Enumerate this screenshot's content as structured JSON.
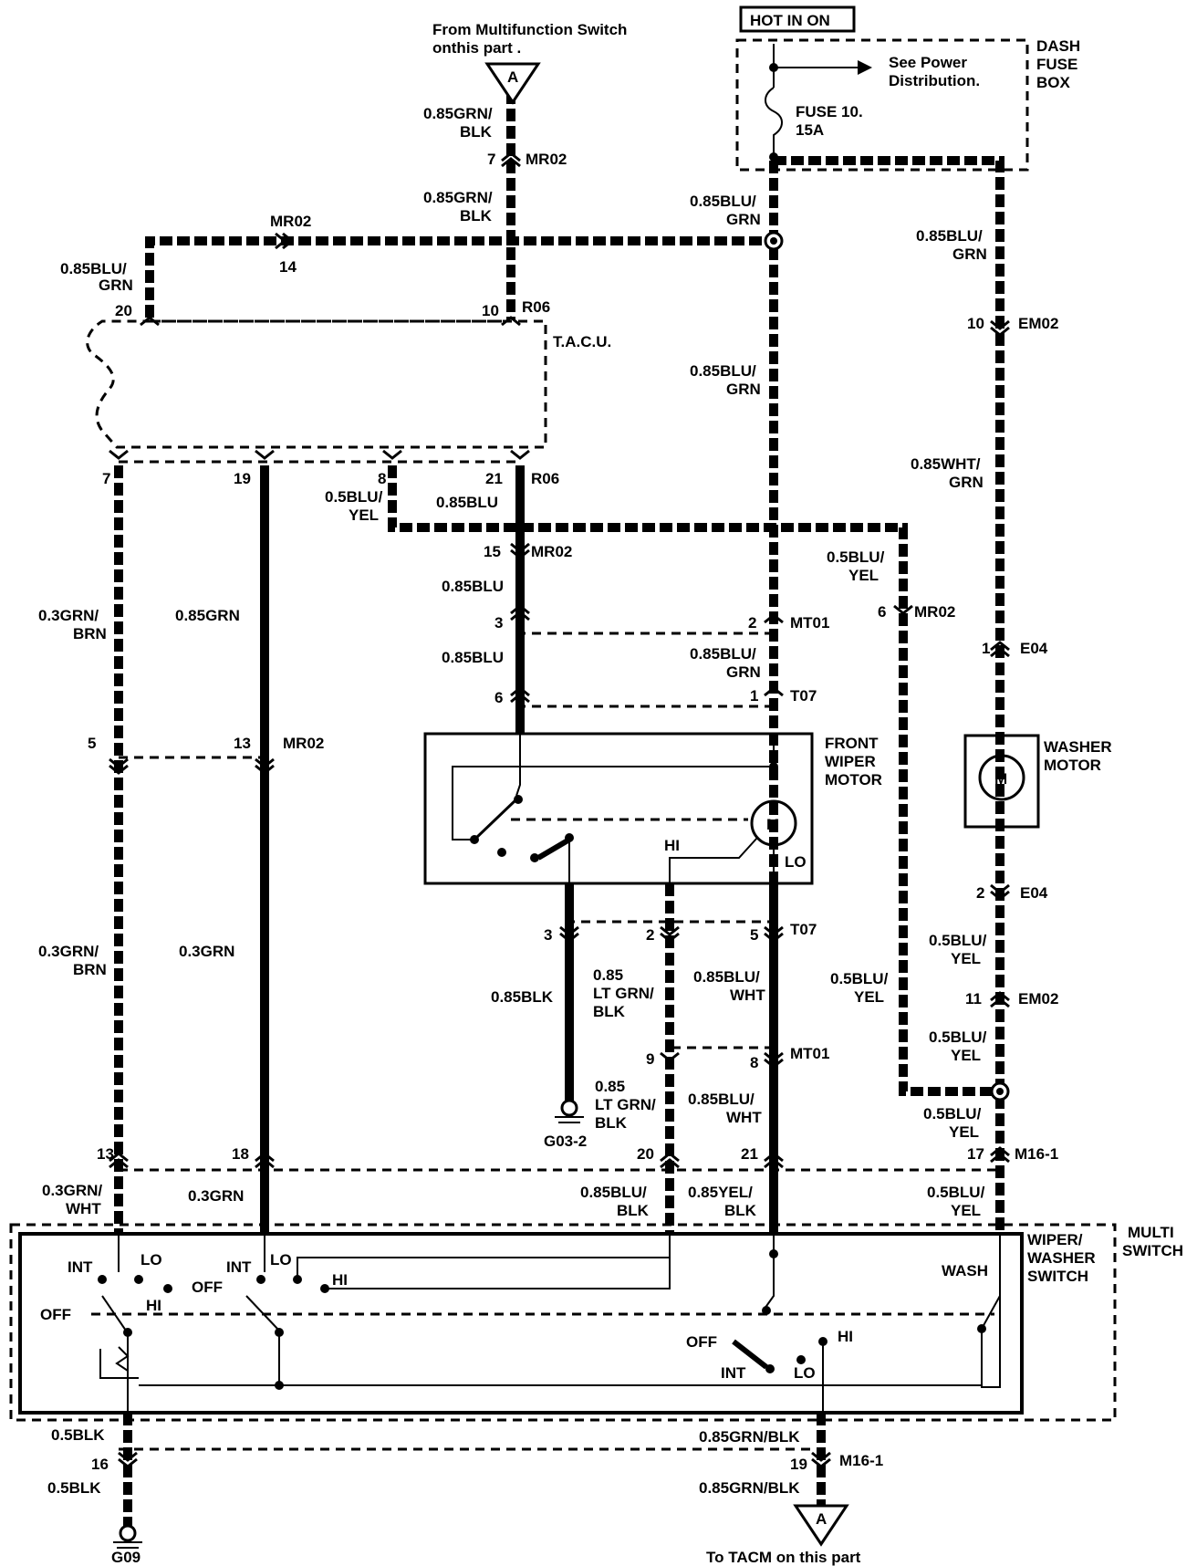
{
  "header": {
    "hot_in_on": "HOT IN ON",
    "dash_fuse_box": [
      "DASH",
      "FUSE",
      "BOX"
    ],
    "see_power": [
      "See Power",
      "Distribution."
    ],
    "fuse": [
      "FUSE 10.",
      "15A"
    ],
    "from_multifunction": [
      "From Multifunction Switch",
      "onthis part ."
    ],
    "to_tacm": "To TACM on this part",
    "connector_ref": "A"
  },
  "components": {
    "tacu": "T.A.C.U.",
    "front_wiper_motor": [
      "FRONT",
      "WIPER",
      "MOTOR"
    ],
    "washer_motor": [
      "WASHER",
      "MOTOR"
    ],
    "motor_symbol": "M",
    "motor_hi": "HI",
    "motor_lo": "LO",
    "multi_switch": [
      "MULTI",
      "SWITCH"
    ],
    "wiper_washer_switch": [
      "WIPER/",
      "WASHER",
      "SWITCH"
    ],
    "switch_positions": {
      "int": "INT",
      "lo": "LO",
      "hi": "HI",
      "off": "OFF",
      "wash": "WASH"
    },
    "grounds": [
      "G03-2",
      "G09"
    ]
  },
  "connectors": {
    "mr02": "MR02",
    "r06": "R06",
    "mt01": "MT01",
    "t07": "T07",
    "em02": "EM02",
    "e04": "E04",
    "m16_1": "M16-1"
  },
  "pins": {
    "p7": "7",
    "p14": "14",
    "p20": "20",
    "p10": "10",
    "p19": "19",
    "p8": "8",
    "p21": "21",
    "p15": "15",
    "p3": "3",
    "p6": "6",
    "p2": "2",
    "p1": "1",
    "p5": "5",
    "p13": "13",
    "p9": "9",
    "p18": "18",
    "p17": "17",
    "p11": "11",
    "p16": "16"
  },
  "wires": {
    "grn_blk_085": [
      "0.85GRN/",
      "BLK"
    ],
    "blu_grn_085": [
      "0.85BLU/",
      "GRN"
    ],
    "wht_grn_085": [
      "0.85WHT/",
      "GRN"
    ],
    "blu_yel_05": [
      "0.5BLU/",
      "YEL"
    ],
    "blu_085": "0.85BLU",
    "grn_brn_03": [
      "0.3GRN/",
      "BRN"
    ],
    "grn_085": "0.85GRN",
    "grn_03": "0.3GRN",
    "blk_085": "0.85BLK",
    "ltgrn_blk_085": [
      "0.85",
      "LT GRN/",
      "BLK"
    ],
    "blu_wht_085": [
      "0.85BLU/",
      "WHT"
    ],
    "grn_wht_03": [
      "0.3GRN/",
      "WHT"
    ],
    "blu_blk_085": [
      "0.85BLU/",
      "BLK"
    ],
    "yel_blk_085": [
      "0.85YEL/",
      "BLK"
    ],
    "blk_05": "0.5BLK",
    "grn_blk_085_inline": "0.85GRN/BLK"
  }
}
